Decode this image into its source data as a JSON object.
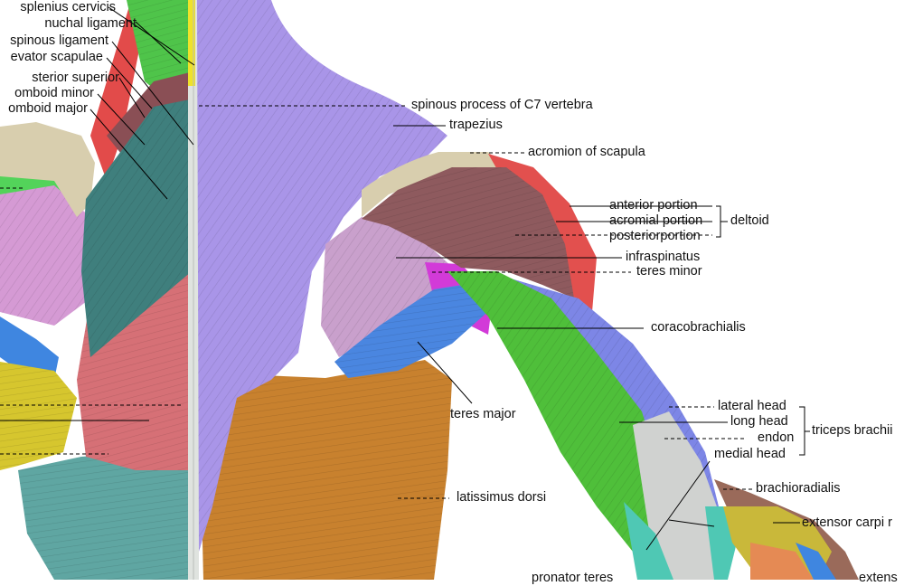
{
  "labels": {
    "splenius_cervicis": "splenius cervicis",
    "nuchal_ligament": "nuchal ligament",
    "spinous_ligament": "spinous ligament",
    "levator_scapulae": "evator scapulae",
    "posterior_superior": "sterior superior",
    "rhomboid_minor": "omboid minor",
    "rhomboid_major": "omboid major",
    "spinous_process": "spinous process of  C7 vertebra",
    "trapezius": "trapezius",
    "acromion": "acromion of scapula",
    "anterior_portion": "anterior portion",
    "acromial_portion": "acromial portion",
    "posterior_portion": "posteriorportion",
    "deltoid": "deltoid",
    "infraspinatus": "infraspinatus",
    "teres_minor": "teres minor",
    "coracobrachialis": "coracobrachialis",
    "teres_major": "teres major",
    "lateral_head": "lateral head",
    "long_head": "long head",
    "endon": "endon",
    "medial_head": "medial head",
    "triceps": "triceps brachii",
    "brachioradialis": "brachioradialis",
    "extensor_carpi": "extensor carpi r",
    "latissimus_dorsi": "latissimus dorsi",
    "pronator_teres": "pronator teres",
    "extensor_bottom": "extens"
  },
  "colors": {
    "trapezius": "#a995e8",
    "deltoid": "#8e5a5e",
    "deltoid_front": "#e2504e",
    "infraspinatus": "#c9a0cc",
    "teres_minor": "#d23ad8",
    "teres_major": "#4a86e0",
    "coracobrachialis": "#4fbf3a",
    "triceps": "#7d86e6",
    "latissimus": "#c8812e",
    "rhomboid": "#3f7f7d",
    "erector": "#d67076",
    "splenius": "#4fc44a",
    "spine_bone": "#dfe3df",
    "bone": "#d8ceae",
    "tendon": "#d0d2d0",
    "yellow": "#d6c62e"
  }
}
